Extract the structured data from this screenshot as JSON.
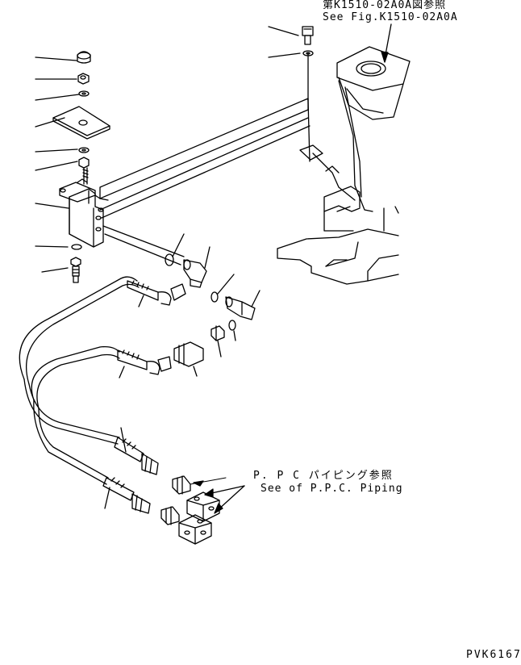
{
  "references": {
    "frame_ref_jp": "第K1510-02A0A図参照",
    "frame_ref_en": "See Fig.K1510-02A0A",
    "ppc_ref_jp": "P. P C パイピング参照",
    "ppc_ref_en": "See of P.P.C. Piping"
  },
  "drawing_code": "PVK6167",
  "colors": {
    "ink": "#000000",
    "paper": "#ffffff"
  }
}
